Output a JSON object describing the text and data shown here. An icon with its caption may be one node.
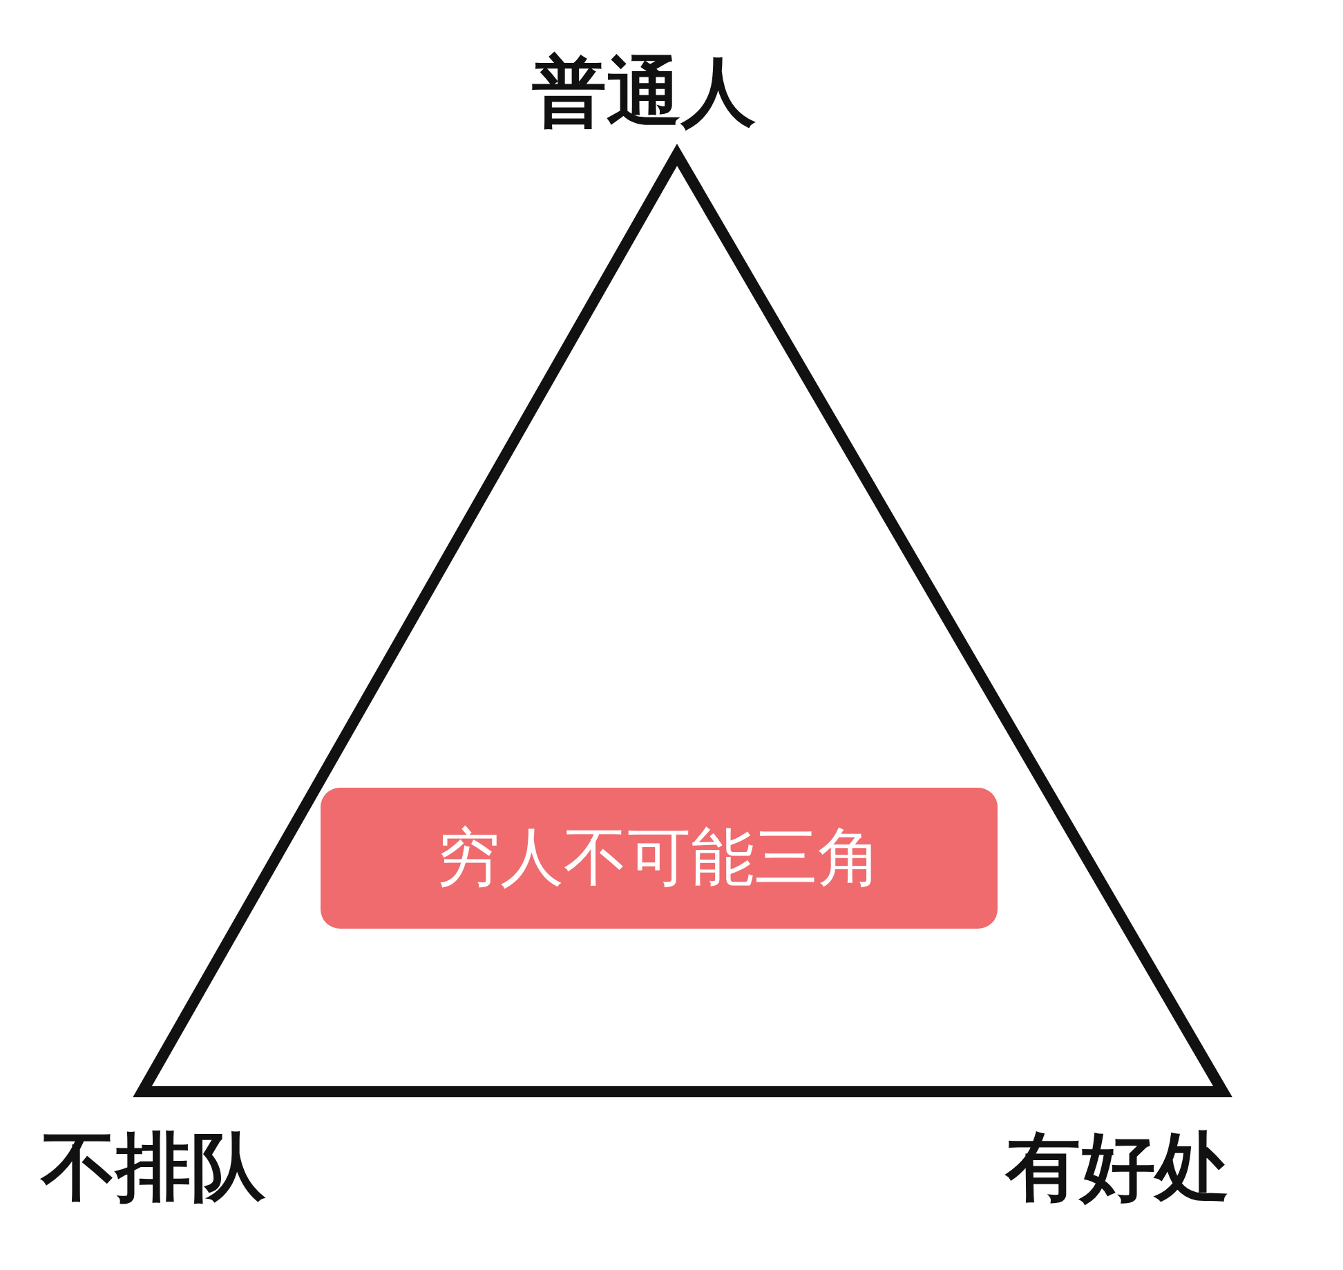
{
  "diagram": {
    "nodes": [
      {
        "text": [],
        "shape": "triangle"
      },
      {
        "text": [
          "穷人不可能三角"
        ],
        "in": 0
      }
    ],
    "labels": [
      "普通人",
      "不排队",
      "有好处"
    ]
  }
}
